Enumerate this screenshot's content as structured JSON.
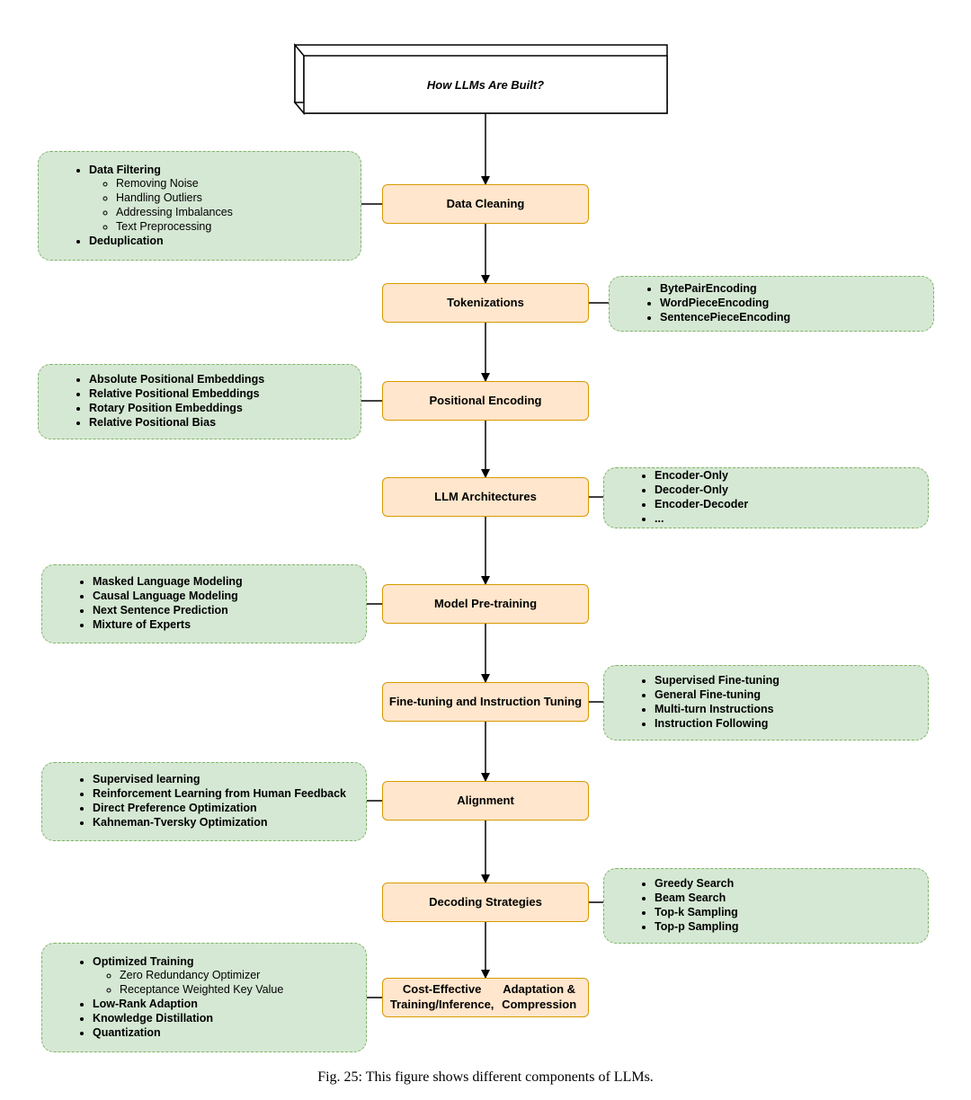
{
  "diagram": {
    "title": "How LLMs Are Built?",
    "steps": [
      {
        "label": "Data Cleaning"
      },
      {
        "label": "Tokenizations"
      },
      {
        "label": "Positional Encoding"
      },
      {
        "label": "LLM Architectures"
      },
      {
        "label": "Model Pre-training"
      },
      {
        "label": "Fine-tuning and Instruction Tuning"
      },
      {
        "label": "Alignment"
      },
      {
        "label": "Decoding Strategies"
      },
      {
        "label": "Cost-Effective Training/Inference,\nAdaptation & Compression"
      }
    ],
    "notes": [
      {
        "items": [
          {
            "text": "Data Filtering",
            "sub": [
              "Removing Noise",
              "Handling Outliers",
              "Addressing Imbalances",
              "Text Preprocessing"
            ]
          },
          {
            "text": "Deduplication"
          }
        ]
      },
      {
        "items": [
          {
            "text": "BytePairEncoding"
          },
          {
            "text": "WordPieceEncoding"
          },
          {
            "text": "SentencePieceEncoding"
          }
        ]
      },
      {
        "items": [
          {
            "text": "Absolute Positional Embeddings"
          },
          {
            "text": "Relative Positional Embeddings"
          },
          {
            "text": "Rotary Position Embeddings"
          },
          {
            "text": "Relative Positional Bias"
          }
        ]
      },
      {
        "items": [
          {
            "text": "Encoder-Only"
          },
          {
            "text": "Decoder-Only"
          },
          {
            "text": "Encoder-Decoder"
          },
          {
            "text": "..."
          }
        ]
      },
      {
        "items": [
          {
            "text": "Masked Language Modeling"
          },
          {
            "text": "Causal Language Modeling"
          },
          {
            "text": "Next Sentence Prediction"
          },
          {
            "text": "Mixture of Experts"
          }
        ]
      },
      {
        "items": [
          {
            "text": "Supervised Fine-tuning"
          },
          {
            "text": "General Fine-tuning"
          },
          {
            "text": "Multi-turn Instructions"
          },
          {
            "text": "Instruction Following"
          }
        ]
      },
      {
        "items": [
          {
            "text": "Supervised learning"
          },
          {
            "text": "Reinforcement Learning from Human Feedback"
          },
          {
            "text": "Direct Preference Optimization"
          },
          {
            "text": "Kahneman-Tversky Optimization"
          }
        ]
      },
      {
        "items": [
          {
            "text": "Greedy Search"
          },
          {
            "text": "Beam Search"
          },
          {
            "text": "Top-k Sampling"
          },
          {
            "text": "Top-p Sampling"
          }
        ]
      },
      {
        "items": [
          {
            "text": "Optimized Training",
            "sub": [
              "Zero Redundancy Optimizer",
              "Receptance Weighted Key Value"
            ]
          },
          {
            "text": "Low-Rank Adaption"
          },
          {
            "text": "Knowledge Distillation"
          },
          {
            "text": "Quantization"
          }
        ]
      }
    ],
    "caption": "Fig. 25: This figure shows different components of LLMs."
  }
}
